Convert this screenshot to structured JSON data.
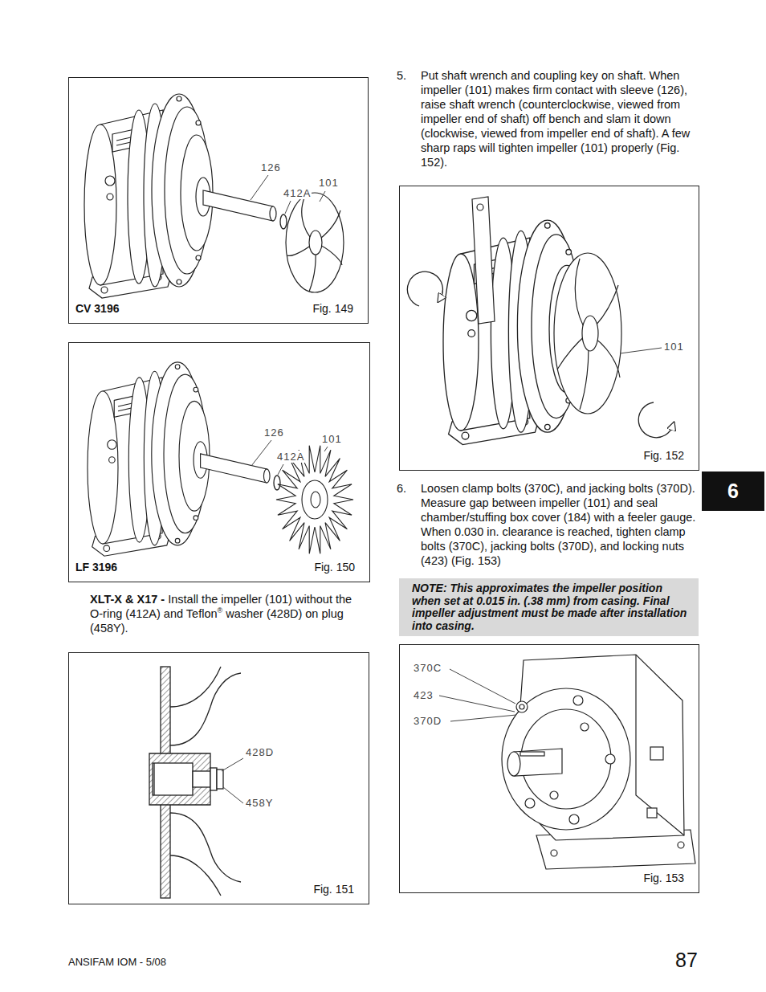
{
  "diagram": {
    "nodes": [
      {
        "text": [
          "CV 3196",
          "Fig. 149"
        ]
      },
      {
        "text": [
          "LF 3196",
          "Fig. 150"
        ]
      },
      {
        "text": [
          "Fig. 151"
        ]
      },
      {
        "text": [
          "Fig. 152"
        ]
      },
      {
        "text": [
          "6"
        ]
      },
      {
        "text": [
          "NOTE: This approximates the impeller position when set at 0.015 in. (.38 mm) from casing. Final impeller adjustment must be made after installation into casing."
        ]
      },
      {
        "text": [
          "Fig. 153"
        ]
      }
    ],
    "labels": [
      "5.",
      "Put shaft wrench and coupling key on shaft. When impeller (101) makes firm contact with sleeve (126), raise shaft wrench (counterclockwise, viewed from impeller end of shaft) off bench and slam it down (clockwise, viewed from impeller end of shaft). A few sharp raps will tighten impeller (101) properly (Fig. 152).",
      "XLT-X & X17 -",
      "Install the impeller (101) without the  O-ring (412A) and Teflon",
      "®",
      "washer (428D) on plug (458Y).",
      "6.",
      "Loosen clamp bolts (370C), and jacking bolts (370D). Measure gap between impeller (101) and seal chamber/stuffing box cover (184) with a feeler gauge. When 0.030 in. clearance is reached, tighten clamp bolts (370C), jacking bolts (370D), and locking nuts (423) (Fig. 153)",
      "ANSIFAM IOM - 5/08",
      "87",
      "126",
      "412A",
      "101",
      "126",
      "412A",
      "101",
      "428D",
      "458Y",
      "101",
      "370C",
      "423",
      "370D"
    ]
  }
}
